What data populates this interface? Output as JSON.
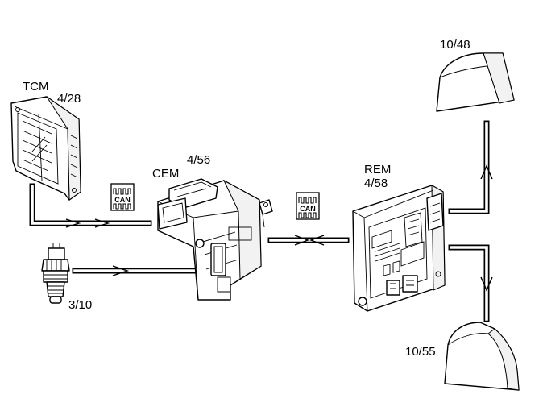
{
  "components": {
    "tcm": {
      "name": "TCM",
      "code": "4/28"
    },
    "cem": {
      "name": "CEM",
      "code": "4/56"
    },
    "rem": {
      "name": "REM",
      "code": "4/58"
    },
    "sensor": {
      "code": "3/10"
    },
    "lamp_top": {
      "code": "10/48"
    },
    "lamp_bottom": {
      "code": "10/55"
    }
  },
  "bus": {
    "label": "CAN"
  }
}
